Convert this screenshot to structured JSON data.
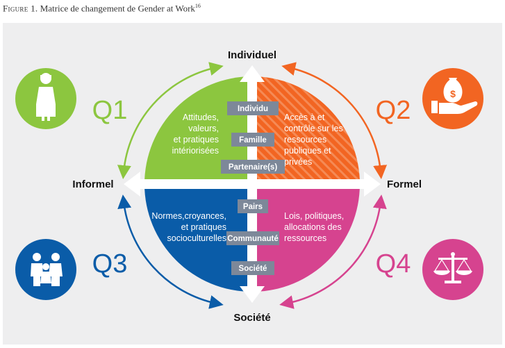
{
  "caption": {
    "figure": "Figure 1.",
    "title": "Matrice de changement de Gender at Work",
    "note": "16"
  },
  "axes": {
    "top": "Individuel",
    "bottom": "Société",
    "left": "Informel",
    "right": "Formel"
  },
  "quadrants": {
    "q1": {
      "label": "Q1",
      "color": "#8cc63f",
      "lines": [
        "Attitudes,",
        "valeurs,",
        "et pratiques",
        "intériorisées"
      ]
    },
    "q2": {
      "label": "Q2",
      "color": "#f26522",
      "lines": [
        "Accès à et",
        "contrôle sur les",
        "ressources",
        "publiques et",
        "privées"
      ]
    },
    "q3": {
      "label": "Q3",
      "color": "#0a5ca8",
      "lines": [
        "Normes,croyances,",
        "et pratiques",
        "socioculturelles"
      ]
    },
    "q4": {
      "label": "Q4",
      "color": "#d6438f",
      "lines": [
        "Lois, politiques,",
        "allocations des",
        "ressources"
      ]
    }
  },
  "levels": [
    "Individu",
    "Famille",
    "Partenaire(s)",
    "Pairs",
    "Communauté",
    "Société"
  ],
  "icons": {
    "q1": "person-icon",
    "q2": "money-bag-hand-icon",
    "q3": "family-icon",
    "q4": "scales-icon"
  }
}
